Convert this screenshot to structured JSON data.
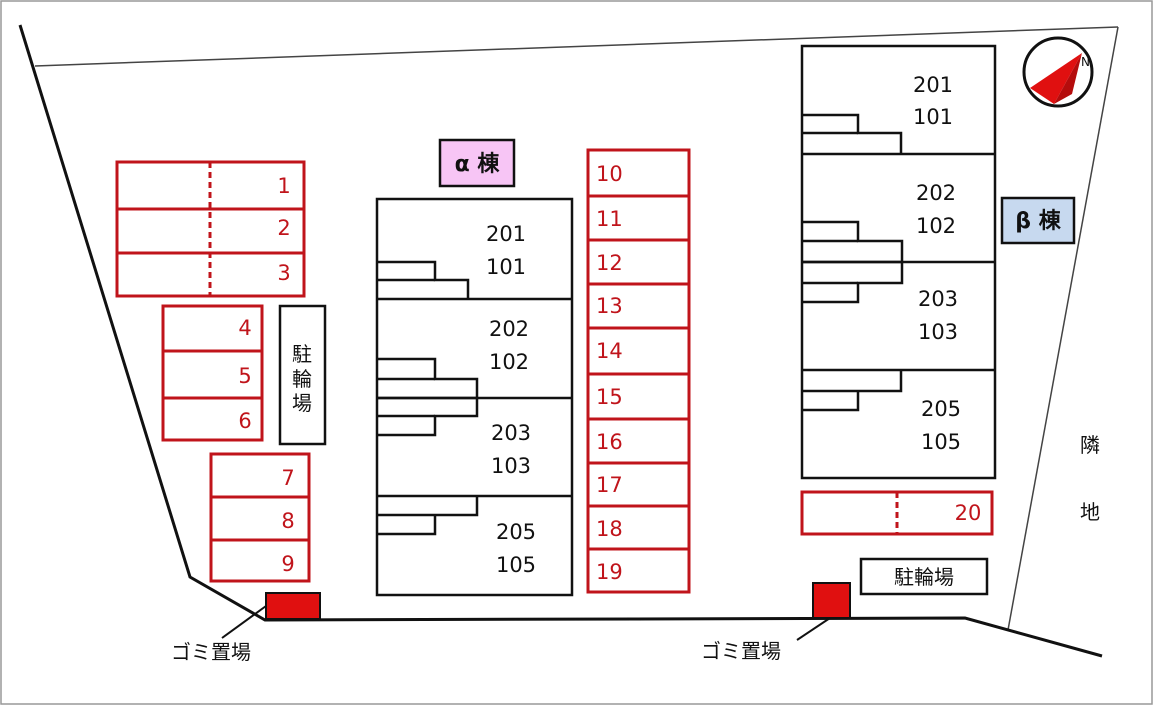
{
  "buildings": {
    "alpha": {
      "label": "α 棟",
      "label_color": "#f7c5f5",
      "units": [
        {
          "upper": "201",
          "lower": "101"
        },
        {
          "upper": "202",
          "lower": "102"
        },
        {
          "upper": "203",
          "lower": "103"
        },
        {
          "upper": "205",
          "lower": "105"
        }
      ]
    },
    "beta": {
      "label": "β 棟",
      "label_color": "#c7d9ef",
      "units": [
        {
          "upper": "201",
          "lower": "101"
        },
        {
          "upper": "202",
          "lower": "102"
        },
        {
          "upper": "203",
          "lower": "103"
        },
        {
          "upper": "205",
          "lower": "105"
        }
      ]
    }
  },
  "parking": {
    "left_group_a": [
      "1",
      "2",
      "3"
    ],
    "left_group_b": [
      "4",
      "5",
      "6"
    ],
    "left_group_c": [
      "7",
      "8",
      "9"
    ],
    "center_column": [
      "10",
      "11",
      "12",
      "13",
      "14",
      "15",
      "16",
      "17",
      "18",
      "19"
    ],
    "right_single": "20",
    "stroke_color": "#c0141b"
  },
  "facilities": {
    "bike_parking_left": [
      "駐",
      "輪",
      "場"
    ],
    "bike_parking_right": "駐輪場",
    "garbage_left": "ゴミ置場",
    "garbage_right": "ゴミ置場",
    "garbage_color": "#e01010"
  },
  "neighbor_land": [
    "隣",
    "地"
  ],
  "compass": {
    "icon": "compass-north-arrow-icon",
    "letter": "N",
    "needle_color": "#e01010"
  }
}
